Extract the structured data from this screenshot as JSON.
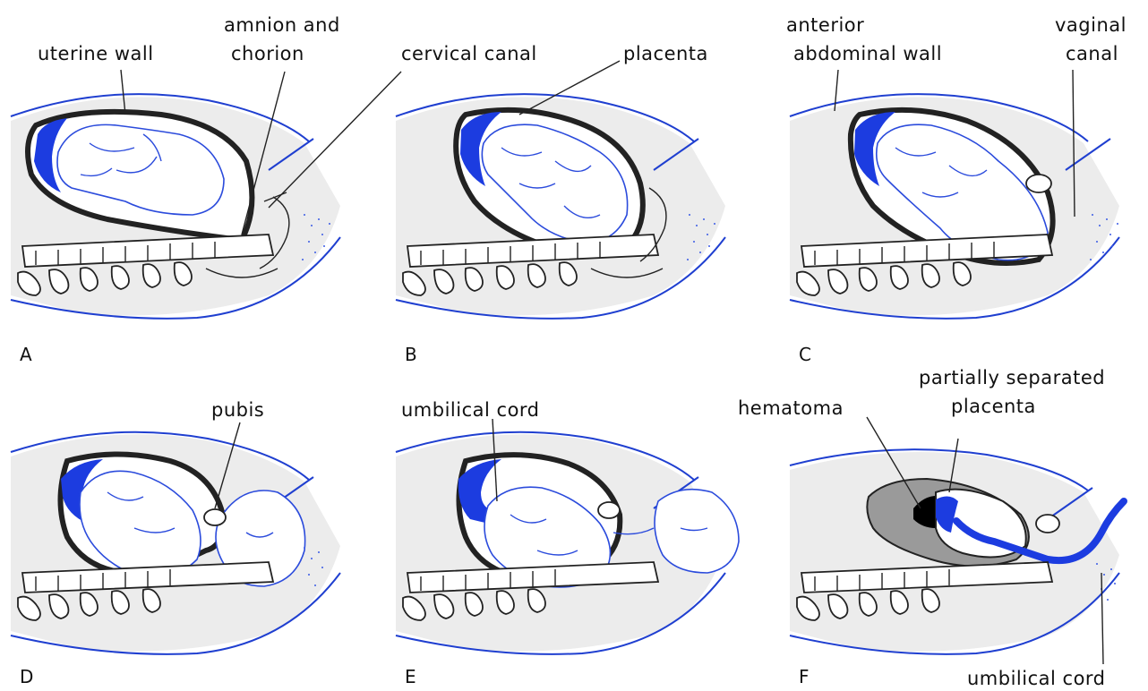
{
  "labels": {
    "uterine_wall": "uterine wall",
    "amnion_and_chorion_line1": "amnion and",
    "amnion_and_chorion_line2": "chorion",
    "cervical_canal": "cervical canal",
    "placenta_b": "placenta",
    "anterior_abdominal_wall_line1": "anterior",
    "anterior_abdominal_wall_line2": "abdominal wall",
    "vaginal_canal_line1": "vaginal",
    "vaginal_canal_line2": "canal",
    "pubis": "pubis",
    "umbilical_cord_e": "umbilical cord",
    "hematoma": "hematoma",
    "partially_separated_line1": "partially separated",
    "partially_separated_line2": "placenta",
    "umbilical_cord_f": "umbilical cord"
  },
  "panels": [
    "A",
    "B",
    "C",
    "D",
    "E",
    "F"
  ],
  "colors": {
    "outline_blue": "#1f3fd0",
    "placenta_blue": "#1c3ce0",
    "body_gray": "#ececec",
    "hematoma_black": "#000000"
  }
}
